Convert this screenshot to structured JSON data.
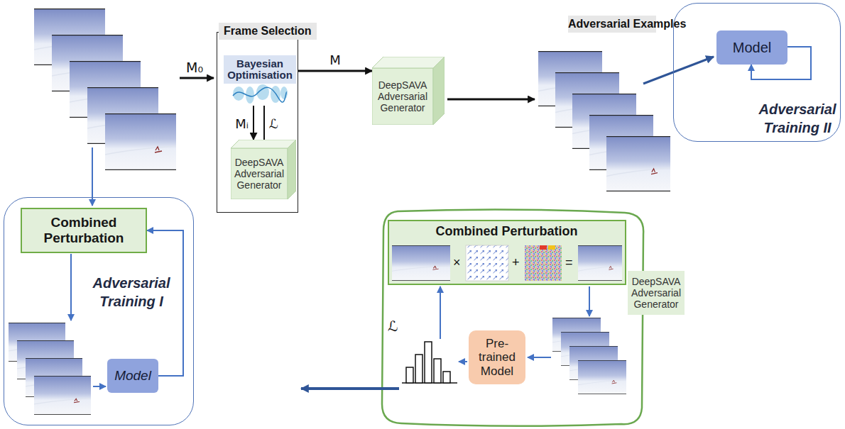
{
  "diagram": {
    "nodes": [
      {
        "text": [
          "Frame Selection"
        ]
      },
      {
        "text": [
          "Bayesian Optimisation"
        ],
        "in": 0
      },
      {
        "text": [
          "DeepSAVA Adversarial Generator"
        ],
        "in": 0
      },
      {
        "text": [
          "DeepSAVA Adversarial Generator"
        ]
      },
      {
        "text": [
          "Adversarial Training II"
        ]
      },
      {
        "text": [
          "Model"
        ],
        "in": 4
      },
      {
        "text": [
          "Adversarial Training I"
        ]
      },
      {
        "text": [
          "Combined Perturbation"
        ],
        "in": 6
      },
      {
        "text": [
          "Model"
        ],
        "in": 6
      },
      {
        "text": [
          "Combined Perturbation"
        ]
      },
      {
        "text": [
          "DeepSAVA Adversarial Generator"
        ]
      },
      {
        "text": [
          "Pre- trained Model"
        ]
      }
    ],
    "edges": [
      {
        "from": 0,
        "to": 3,
        "label": "M",
        "arrow": "to"
      },
      {
        "from": 1,
        "to": 2,
        "label": "Mᵢ",
        "arrow": "to"
      },
      {
        "from": 2,
        "to": 1,
        "label": "ℒ",
        "arrow": "to"
      },
      {
        "from": 8,
        "to": 7,
        "arrow": "to"
      }
    ],
    "labels": [
      "M₀",
      "Adversarial Examples",
      "×",
      "+",
      "=",
      "ℒ"
    ]
  }
}
